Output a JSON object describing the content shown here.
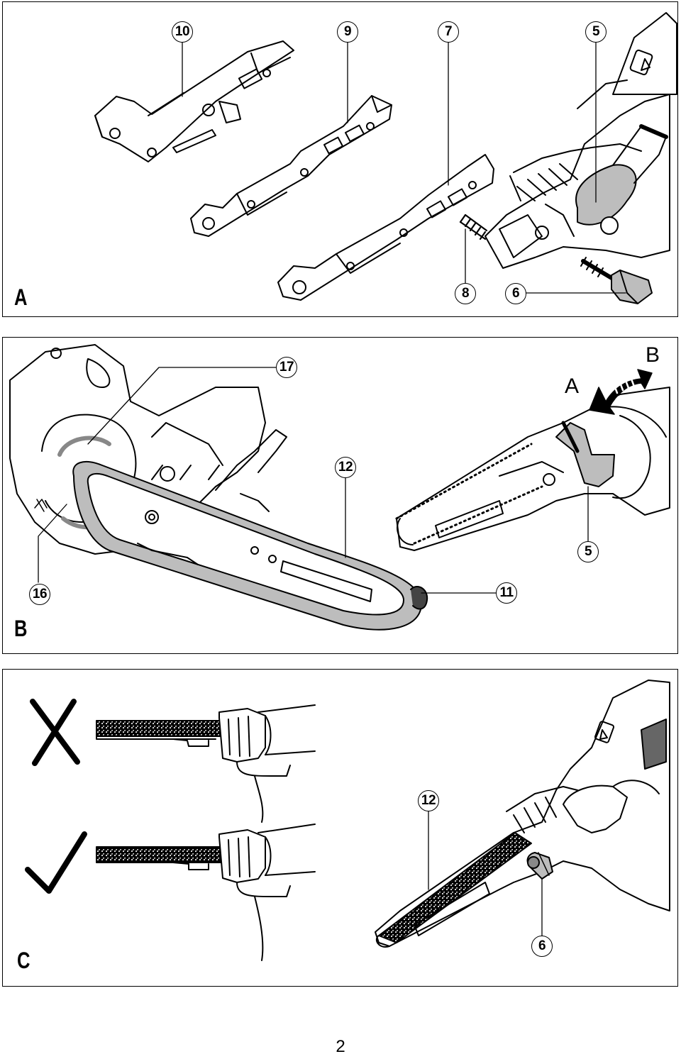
{
  "figures": [
    {
      "id": "A",
      "label": "A",
      "callouts": [
        "10",
        "9",
        "7",
        "5",
        "8",
        "6"
      ]
    },
    {
      "id": "B",
      "label": "B",
      "callouts": [
        "17",
        "12",
        "5",
        "16",
        "11"
      ],
      "positions": [
        "A",
        "B"
      ]
    },
    {
      "id": "C",
      "label": "C",
      "callouts": [
        "12",
        "6"
      ],
      "marks": [
        "wrong-cross",
        "correct-check"
      ]
    }
  ],
  "page_number": "2"
}
